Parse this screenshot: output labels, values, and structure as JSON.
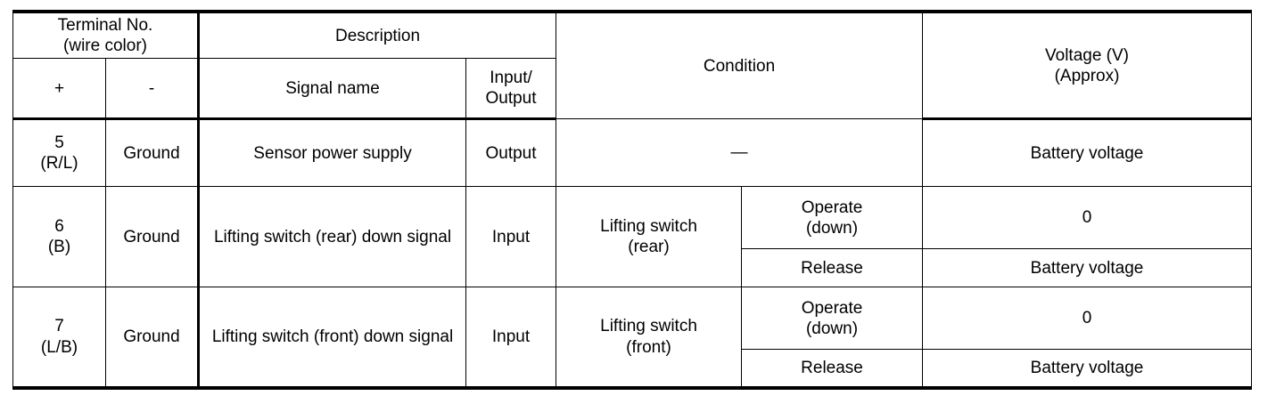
{
  "table": {
    "headers": {
      "terminal_no": "Terminal No.\n(wire color)",
      "terminal_no_line1": "Terminal No.",
      "terminal_no_line2": "(wire color)",
      "description": "Description",
      "condition": "Condition",
      "voltage_line1": "Voltage (V)",
      "voltage_line2": "(Approx)",
      "plus": "+",
      "minus": "-",
      "signal_name": "Signal name",
      "input_output_line1": "Input/",
      "input_output_line2": "Output"
    },
    "rows": [
      {
        "terminal_plus_line1": "5",
        "terminal_plus_line2": "(R/L)",
        "terminal_minus": "Ground",
        "signal_name": "Sensor power supply",
        "input_output": "Output",
        "condition_merged": "—",
        "voltage": "Battery voltage"
      },
      {
        "terminal_plus_line1": "6",
        "terminal_plus_line2": "(B)",
        "terminal_minus": "Ground",
        "signal_name": "Lifting switch (rear) down signal",
        "input_output": "Input",
        "condition_group_line1": "Lifting switch",
        "condition_group_line2": "(rear)",
        "sub_rows": [
          {
            "state_line1": "Operate",
            "state_line2": "(down)",
            "voltage": "0"
          },
          {
            "state_line1": "Release",
            "state_line2": "",
            "voltage": "Battery voltage"
          }
        ]
      },
      {
        "terminal_plus_line1": "7",
        "terminal_plus_line2": "(L/B)",
        "terminal_minus": "Ground",
        "signal_name": "Lifting switch (front) down signal",
        "input_output": "Input",
        "condition_group_line1": "Lifting switch",
        "condition_group_line2": "(front)",
        "sub_rows": [
          {
            "state_line1": "Operate",
            "state_line2": "(down)",
            "voltage": "0"
          },
          {
            "state_line1": "Release",
            "state_line2": "",
            "voltage": "Battery voltage"
          }
        ]
      }
    ]
  }
}
